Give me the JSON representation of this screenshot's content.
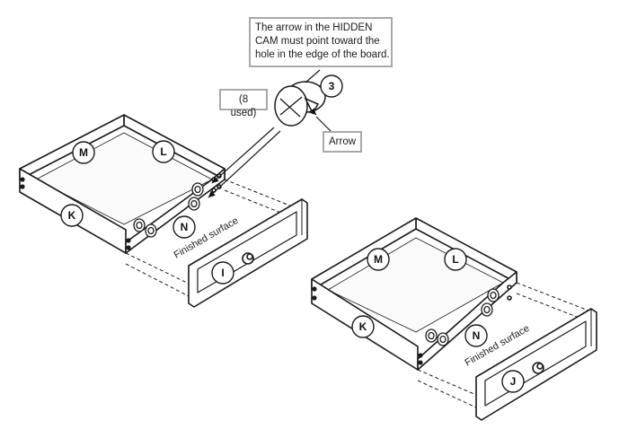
{
  "notes": {
    "cam_note": [
      "The arrow in the HIDDEN",
      "CAM must point toward the",
      "hole in the edge of the board."
    ],
    "used": "(8 used)",
    "arrow": "Arrow"
  },
  "callouts": {
    "cam": "3",
    "left_drawer": {
      "M": "M",
      "L": "L",
      "K": "K",
      "N": "N",
      "front": "I"
    },
    "right_drawer": {
      "M": "M",
      "L": "L",
      "K": "K",
      "N": "N",
      "front": "J"
    }
  },
  "surface_label": "Finished surface",
  "colors": {
    "ink": "#1a1a1a",
    "note_border": "#a9a9a9",
    "panel": "#ffffff"
  }
}
